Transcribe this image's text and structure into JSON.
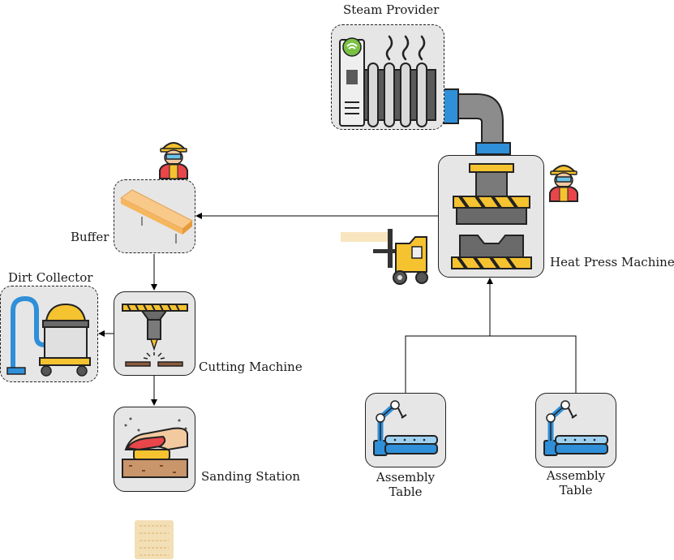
{
  "nodes": {
    "steam_provider": {
      "label": "Steam Provider",
      "icon": "radiator-icon"
    },
    "heat_press": {
      "label": "Heat Press Machine",
      "icon": "press-machine-icon"
    },
    "buffer": {
      "label": "Buffer",
      "icon": "wooden-board-icon"
    },
    "dirt_collector": {
      "label": "Dirt Collector",
      "icon": "industrial-vacuum-icon"
    },
    "cutting_machine": {
      "label": "Cutting Machine",
      "icon": "drill-cutter-icon"
    },
    "sanding_station": {
      "label": "Sanding Station",
      "icon": "hand-sanding-icon"
    },
    "assembly_table_1": {
      "label_line1": "Assembly",
      "label_line2": "Table",
      "icon": "robot-arm-conveyor-icon"
    },
    "assembly_table_2": {
      "label_line1": "Assembly",
      "label_line2": "Table",
      "icon": "robot-arm-conveyor-icon"
    }
  },
  "decorations": [
    "worker-icon",
    "worker-icon",
    "forklift-icon",
    "wood-plank-icon",
    "plywood-sheet-icon",
    "steam-pipe-icon"
  ],
  "colors": {
    "box_fill": "#e6e6e6",
    "stroke": "#222222",
    "yellow": "#f5c230",
    "blue": "#2f8fd8",
    "gray": "#5a5a5a",
    "wood": "#f6b65e"
  }
}
